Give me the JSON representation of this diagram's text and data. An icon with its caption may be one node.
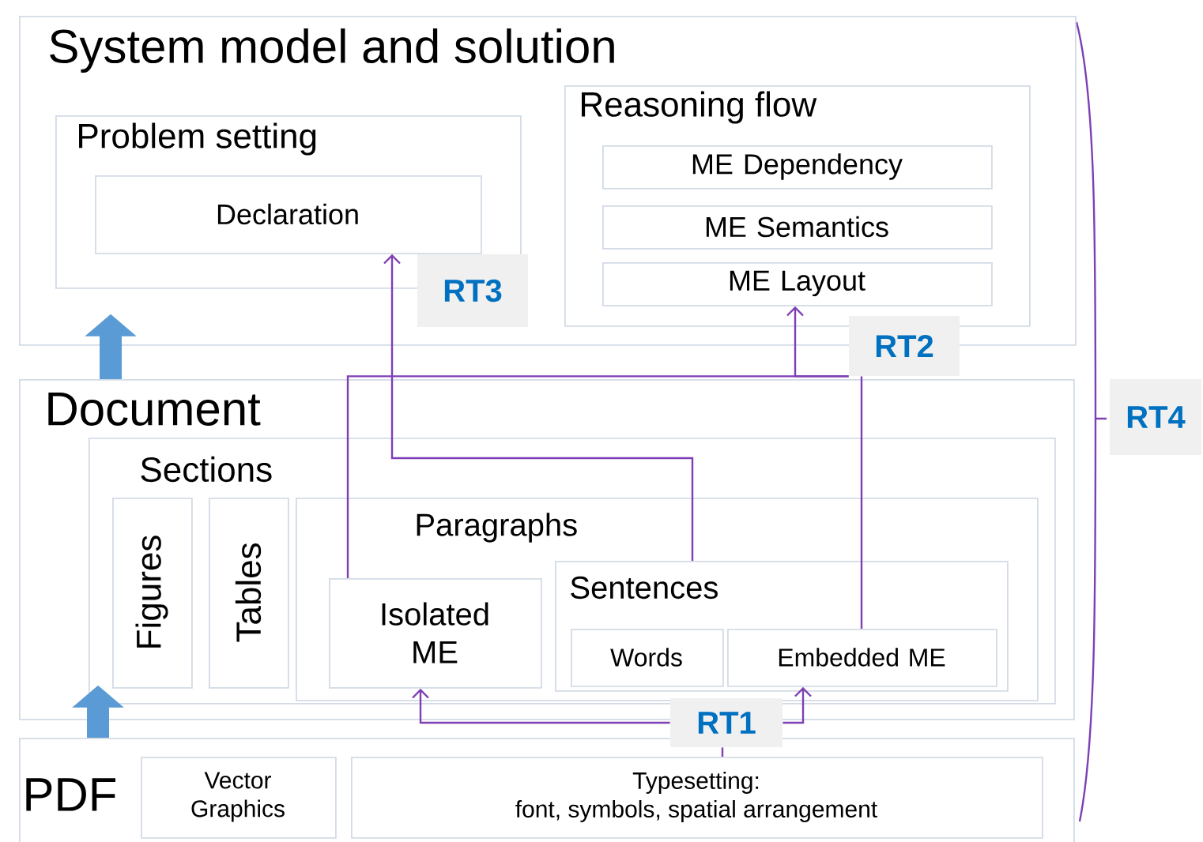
{
  "diagram": {
    "nodes": [
      {
        "text": [
          "System model and solution"
        ]
      },
      {
        "text": [
          "Problem setting"
        ],
        "in": 0
      },
      {
        "text": [
          "Declaration"
        ],
        "in": 1
      },
      {
        "text": [
          "Reasoning flow"
        ],
        "in": 0
      },
      {
        "text": [
          "ME Dependency"
        ],
        "in": 3
      },
      {
        "text": [
          "ME Semantics"
        ],
        "in": 3
      },
      {
        "text": [
          "ME Layout"
        ],
        "in": 3
      },
      {
        "text": [
          "Document"
        ]
      },
      {
        "text": [
          "Sections"
        ],
        "in": 7
      },
      {
        "text": [
          "Figures"
        ],
        "in": 8
      },
      {
        "text": [
          "Tables"
        ],
        "in": 8
      },
      {
        "text": [
          "Paragraphs"
        ],
        "in": 8
      },
      {
        "text": [
          "Isolated ME"
        ],
        "in": 11
      },
      {
        "text": [
          "Sentences"
        ],
        "in": 11
      },
      {
        "text": [
          "Words"
        ],
        "in": 13
      },
      {
        "text": [
          "Embedded ME"
        ],
        "in": 13
      },
      {
        "text": [
          "PDF"
        ]
      },
      {
        "text": [
          "Vector Graphics"
        ],
        "in": 16
      },
      {
        "text": [
          "Typesetting:",
          "font, symbols, spatial arrangement"
        ],
        "in": 16
      },
      {
        "text": [
          "RT1"
        ]
      },
      {
        "text": [
          "RT2"
        ]
      }
    ],
    "edges": [
      {
        "from": 16,
        "to": 7,
        "arrow": "to",
        "style": "thick",
        "color": "#5b9bd5"
      },
      {
        "from": 7,
        "to": 0,
        "arrow": "to",
        "style": "thick",
        "color": "#5b9bd5"
      },
      {
        "from": 18,
        "to": 19,
        "arrow": "none"
      },
      {
        "from": 19,
        "to": 12,
        "arrow": "to"
      },
      {
        "from": 19,
        "to": 15,
        "arrow": "to"
      },
      {
        "from": 12,
        "to": 20,
        "arrow": "none"
      },
      {
        "from": 15,
        "to": 20,
        "arrow": "none"
      },
      {
        "from": 20,
        "to": 6,
        "arrow": "to"
      },
      {
        "from": 13,
        "to": 2,
        "arrow": "to",
        "label": "RT3"
      }
    ],
    "labels": [
      "RT4"
    ]
  }
}
